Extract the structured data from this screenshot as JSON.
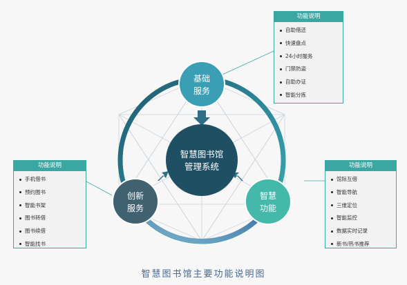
{
  "center": {
    "line1": "智慧图书馆",
    "line2": "管理系统"
  },
  "nodes": {
    "top": {
      "line1": "基础",
      "line2": "服务",
      "color": "#3a9fb5"
    },
    "left": {
      "line1": "创新",
      "line2": "服务",
      "color": "#3f6170"
    },
    "right": {
      "line1": "智慧",
      "line2": "功能",
      "color": "#45b8ac"
    }
  },
  "boxes": {
    "top": {
      "header": "功能说明",
      "items": [
        "自助借还",
        "快速盘点",
        "24小时服务",
        "门禁防盗",
        "自助办证",
        "智能分拣"
      ]
    },
    "left": {
      "header": "功能说明",
      "items": [
        "手机借书",
        "预约图书",
        "智能书架",
        "图书转借",
        "图书续借",
        "智能找书"
      ]
    },
    "right": {
      "header": "功能说明",
      "items": [
        "馆际互借",
        "智能导航",
        "三维定位",
        "智能监控",
        "数据实时记录",
        "新书/热书推荐"
      ]
    }
  },
  "caption": "智慧图书馆主要功能说明图",
  "colors": {
    "accent": "#3aa7a3",
    "center_fill": "#1f4f63",
    "ring_dark": "#1f5a6e",
    "ring_teal": "#3fb0ad",
    "arrow": "#2e6f85"
  }
}
